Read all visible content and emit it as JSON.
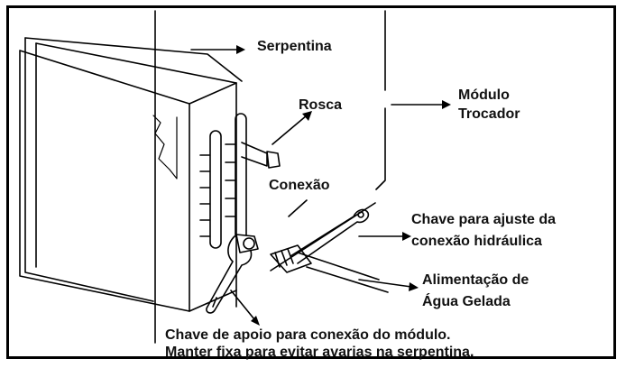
{
  "labels": {
    "serpentina": "Serpentina",
    "modulo_line1": "Módulo",
    "modulo_line2": "Trocador",
    "rosca": "Rosca",
    "conexao": "Conexão",
    "chave_ajuste_line1": "Chave para ajuste da",
    "chave_ajuste_line2": "conexão hidráulica",
    "alimentacao_line1": "Alimentação de",
    "alimentacao_line2": "Água Gelada",
    "chave_apoio_line1": "Chave de apoio para conexão do módulo.",
    "chave_apoio_line2": "Manter fixa para evitar avarias na serpentina."
  },
  "colors": {
    "ink": "#000000",
    "background": "#ffffff"
  }
}
